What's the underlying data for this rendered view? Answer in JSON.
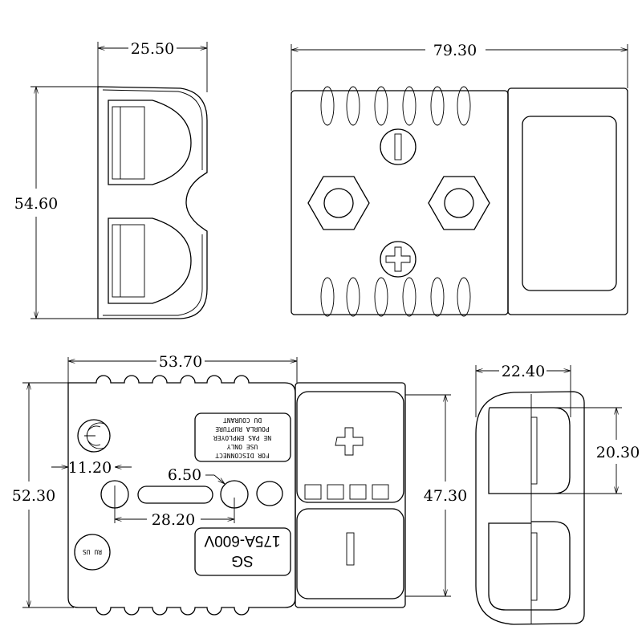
{
  "dimensions": {
    "side_width": "25.50",
    "side_height": "54.60",
    "top_length": "79.30",
    "front_width": "53.70",
    "front_height": "52.30",
    "hole_offset": "11.20",
    "hole_diameter": "6.50",
    "hole_spacing": "28.20",
    "contact_height": "47.30",
    "end_width": "22.40",
    "end_cavity_height": "20.30"
  },
  "labels": {
    "warning_lines": [
      "FOR DISCONNECT",
      "USE ONLY",
      "NE PAS EMPLOYER",
      "POURLA RUPTURE",
      "DU COURANT"
    ],
    "model": "SG",
    "rating": "175A-600V",
    "ul_mark": "RU US"
  },
  "colors": {
    "line": "#000000",
    "background": "#ffffff"
  }
}
